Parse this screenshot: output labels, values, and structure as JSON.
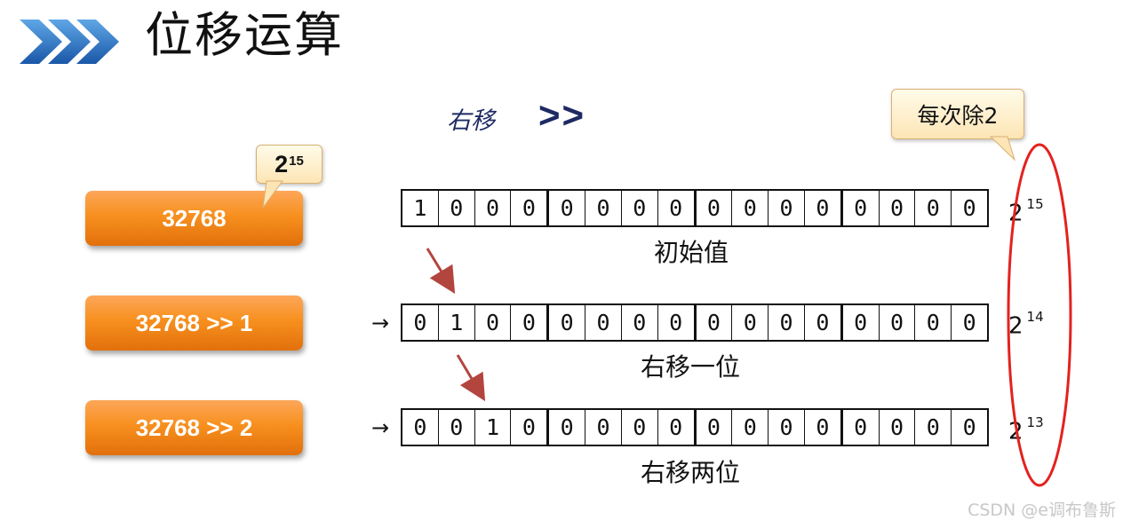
{
  "header": {
    "title": "位移运算",
    "icon": "triple-chevron-icon"
  },
  "operator": {
    "label": "右移",
    "symbol": ">>"
  },
  "rows": [
    {
      "expression": "32768",
      "bits": [
        "1",
        "0",
        "0",
        "0",
        "0",
        "0",
        "0",
        "0",
        "0",
        "0",
        "0",
        "0",
        "0",
        "0",
        "0",
        "0"
      ],
      "caption": "初始值",
      "power_base": "2",
      "power_exp": "15"
    },
    {
      "expression": "32768 >> 1",
      "bits": [
        "0",
        "1",
        "0",
        "0",
        "0",
        "0",
        "0",
        "0",
        "0",
        "0",
        "0",
        "0",
        "0",
        "0",
        "0",
        "0"
      ],
      "caption": "右移一位",
      "power_base": "2",
      "power_exp": "14",
      "arrow": "→"
    },
    {
      "expression": "32768 >> 2",
      "bits": [
        "0",
        "0",
        "1",
        "0",
        "0",
        "0",
        "0",
        "0",
        "0",
        "0",
        "0",
        "0",
        "0",
        "0",
        "0",
        "0"
      ],
      "caption": "右移两位",
      "power_base": "2",
      "power_exp": "13",
      "arrow": "→"
    }
  ],
  "callouts": {
    "power": {
      "base": "2",
      "exp": "15"
    },
    "divide": "每次除2"
  },
  "colors": {
    "button": "#f7901e",
    "ellipse": "#e3221f",
    "shift_arrow": "#b3453f",
    "operator": "#1e2a63",
    "chevron": "#1f5fae"
  },
  "watermark": "CSDN @e调布鲁斯"
}
